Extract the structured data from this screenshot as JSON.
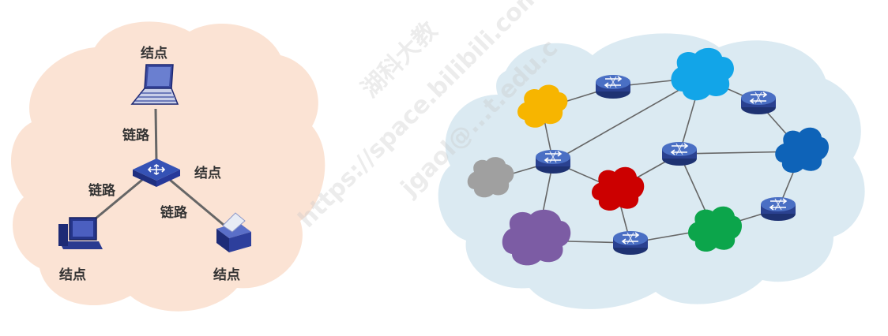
{
  "colors": {
    "left_cloud": "#fbe3d4",
    "right_cloud": "#dbeaf2",
    "device": "#2b3a8c",
    "link": "#666666",
    "router": "#2e4a9e"
  },
  "left_diagram": {
    "labels": {
      "node_top": "结点",
      "node_center": "结点",
      "node_bottom_left": "结点",
      "node_bottom_right": "结点",
      "link_top": "链路",
      "link_left": "链路",
      "link_right": "链路"
    },
    "devices": [
      "laptop-icon",
      "switch-icon",
      "desktop-computer-icon",
      "printer-icon"
    ]
  },
  "right_diagram": {
    "cloud_colors": {
      "yellow": "#f7b500",
      "sky": "#12a5e8",
      "gray": "#a0a0a0",
      "red": "#cc0000",
      "navy": "#0e63b8",
      "purple": "#7c5ca4",
      "green": "#0ca54b"
    },
    "router_count": 6
  },
  "watermark": {
    "line1": "湖科大教",
    "line2": "https://space.bilibili.com",
    "line3": "jgaol@...t.edu.c"
  }
}
